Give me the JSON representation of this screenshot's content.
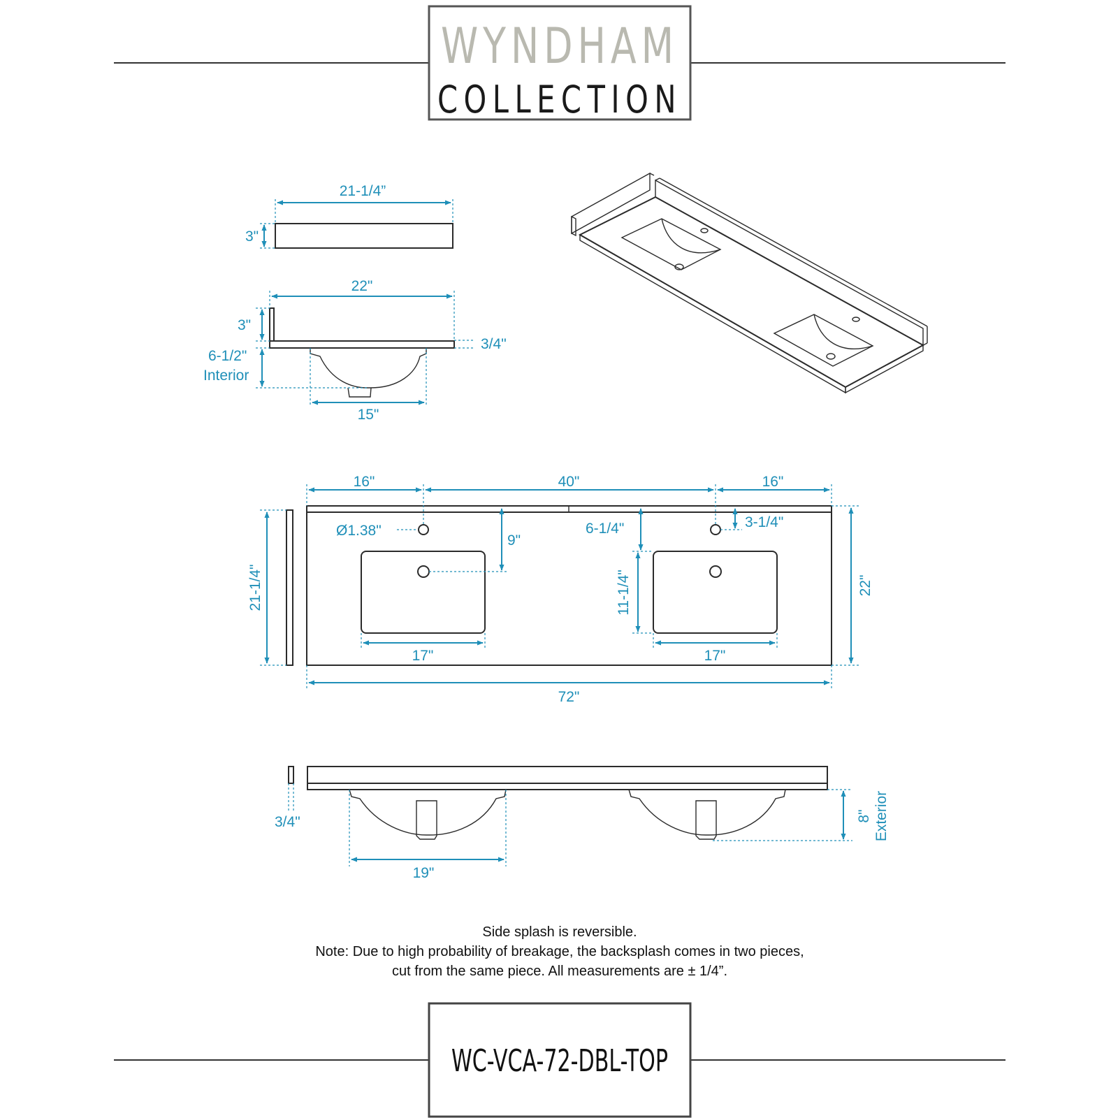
{
  "brand": {
    "line1": "WYNDHAM",
    "line2": "COLLECTION",
    "colors": {
      "line1": "#b9b9b0",
      "line2": "#1a1a1a",
      "frame": "#555555"
    }
  },
  "dimension_color": "#1f8fb8",
  "side_splash": {
    "length": "21-1/4”",
    "height": "3\""
  },
  "side_profile": {
    "depth": "22\"",
    "splash_height": "3\"",
    "thickness": "3/4\"",
    "interior_depth_line1": "6-1/2\"",
    "interior_depth_line2": "Interior",
    "bowl_width": "15\""
  },
  "top_view": {
    "left_offset": "16\"",
    "center_spacing": "40\"",
    "right_offset": "16\"",
    "faucet_hole": "Ø1.38\"",
    "hole_to_drain": "9\"",
    "back_to_bowl": "6-1/4\"",
    "back_to_hole": "3-1/4\"",
    "bowl_depth": "11-1/4\"",
    "bowl_width_left": "17\"",
    "bowl_width_right": "17\"",
    "splash_length": "21-1/4\"",
    "overall_depth": "22\"",
    "overall_width": "72\""
  },
  "front_view": {
    "splash_thickness": "3/4\"",
    "bowl_width": "19\"",
    "exterior_depth_line1": "8\"",
    "exterior_depth_line2": "Exterior"
  },
  "notes": [
    "Side splash is reversible.",
    "Note: Due to high probability of breakage, the backsplash comes in two pieces,",
    "cut from the same piece. All measurements are ± 1/4”."
  ],
  "model_number": "WC-VCA-72-DBL-TOP"
}
